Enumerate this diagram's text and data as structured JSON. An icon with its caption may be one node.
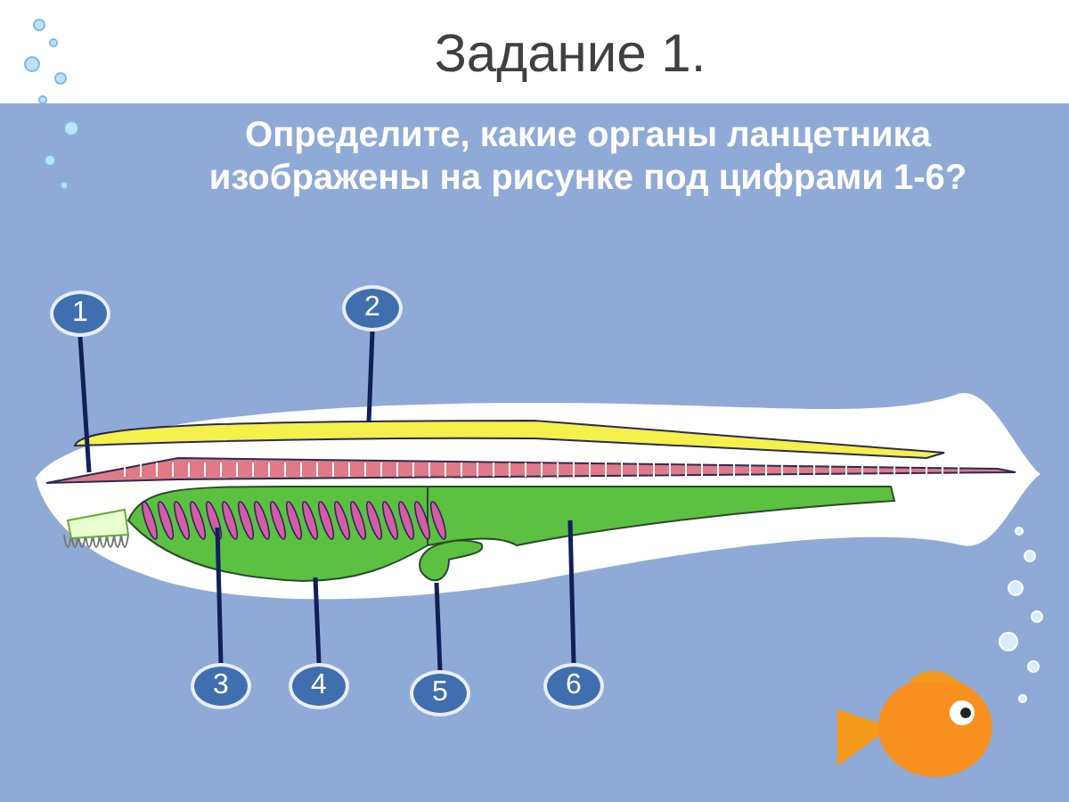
{
  "diagram": {
    "title": "Задание 1.",
    "nodes": [
      {
        "text": [
          "1"
        ]
      },
      {
        "text": [
          "2"
        ]
      },
      {
        "text": [
          "3"
        ]
      },
      {
        "text": [
          "4"
        ]
      },
      {
        "text": [
          "5"
        ]
      },
      {
        "text": [
          "6"
        ]
      },
      {
        "text": [],
        "shape": "picture"
      },
      {
        "text": [],
        "shape": "picture"
      },
      {
        "text": [],
        "shape": "picture"
      },
      {
        "text": [],
        "shape": "picture"
      },
      {
        "text": [],
        "shape": "picture"
      },
      {
        "text": [],
        "shape": "picture"
      }
    ],
    "edges": [
      {
        "from": 0,
        "to": 6,
        "arrow": "none"
      },
      {
        "from": 1,
        "to": 9,
        "arrow": "none"
      },
      {
        "from": 2,
        "to": 7,
        "arrow": "none"
      },
      {
        "from": 3,
        "to": 8,
        "arrow": "none"
      },
      {
        "from": 4,
        "to": 10,
        "arrow": "none"
      },
      {
        "from": 5,
        "to": 11,
        "arrow": "none"
      }
    ],
    "labels": [
      "Определите, какие органы ланцетника изображены на рисунке под цифрами 1-6?"
    ]
  }
}
